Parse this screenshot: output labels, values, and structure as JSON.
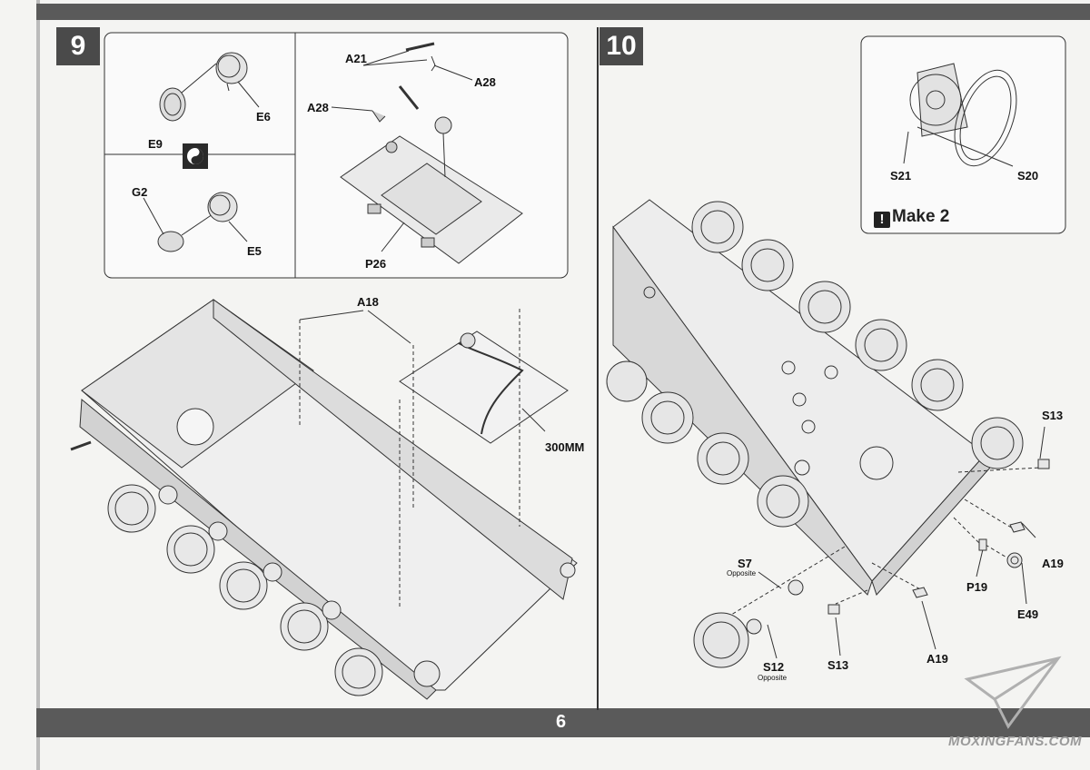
{
  "page_number": "6",
  "step9": {
    "number": "9",
    "labels": {
      "e6": "E6",
      "e9": "E9",
      "g2": "G2",
      "e5": "E5",
      "a21": "A21",
      "a28_right": "A28",
      "a28_left": "A28",
      "p26": "P26",
      "a18": "A18",
      "cable": "300MM"
    }
  },
  "step10": {
    "number": "10",
    "inset": {
      "s21": "S21",
      "s20": "S20",
      "note": "Make 2",
      "note_mark": "!"
    },
    "labels": {
      "s13_right": "S13",
      "s7": "S7",
      "s7_note": "Opposite",
      "a19_right": "A19",
      "p19": "P19",
      "e49": "E49",
      "s12": "S12",
      "s12_note": "Opposite",
      "s13_bottom": "S13",
      "a19_bottom": "A19"
    }
  },
  "watermark": "MOXINGFANS.COM"
}
